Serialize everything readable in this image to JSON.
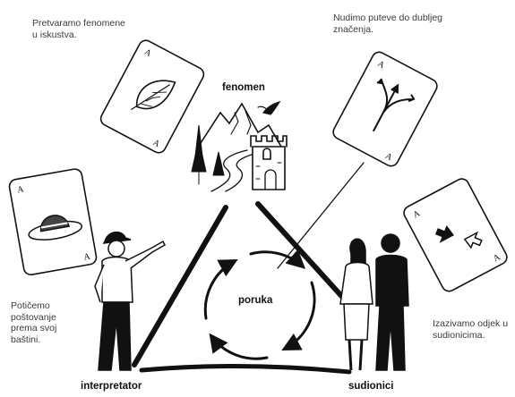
{
  "notes": {
    "top_left": "Pretvaramo fenomene\nu iskustva.",
    "top_right": "Nudimo puteve do dubljeg\nznačenja.",
    "left": "Potičemo\npoštovanje\nprema svoj\nbaštini.",
    "right": "Izazivamo odjek u\nsudionicima."
  },
  "labels": {
    "phenomenon": "fenomen",
    "message": "poruka",
    "interpreter": "interpretator",
    "participants": "sudionici"
  },
  "card_letter": "A"
}
